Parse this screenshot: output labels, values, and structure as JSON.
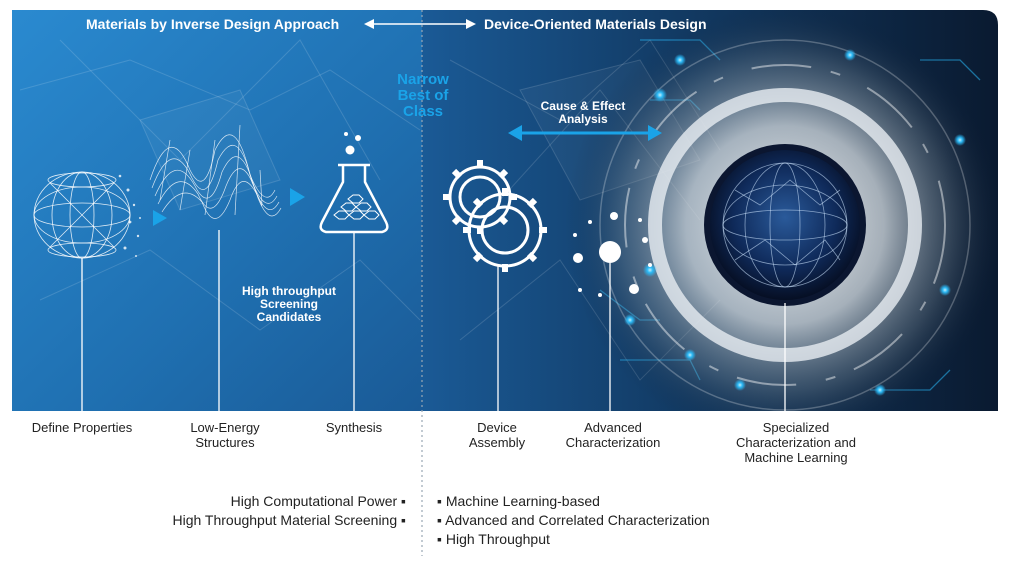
{
  "header": {
    "left_title": "Materials by Inverse Design Approach",
    "right_title": "Device-Oriented Materials Design"
  },
  "center_label": [
    "Narrow",
    "Best of",
    "Class"
  ],
  "cause_effect": [
    "Cause & Effect",
    "Analysis"
  ],
  "screening": [
    "High throughput",
    "Screening",
    "Candidates"
  ],
  "captions": {
    "define": "Define Properties",
    "low_energy": [
      "Low-Energy",
      "Structures"
    ],
    "synthesis": "Synthesis",
    "device": [
      "Device",
      "Assembly"
    ],
    "advanced": [
      "Advanced",
      "Characterization"
    ],
    "specialized": [
      "Specialized",
      "Characterization and",
      "Machine Learning"
    ]
  },
  "left_bullets": [
    "High Computational Power ▪",
    "High Throughput Material Screening ▪"
  ],
  "right_bullets": [
    "▪ Machine Learning-based",
    "▪ Advanced and Correlated Characterization",
    "▪ High Throughput"
  ],
  "colors": {
    "panel_left": "#1f74b6",
    "panel_right": "#0a1f3a",
    "accent": "#1aa3e8",
    "arrow": "#1aa3e8"
  }
}
